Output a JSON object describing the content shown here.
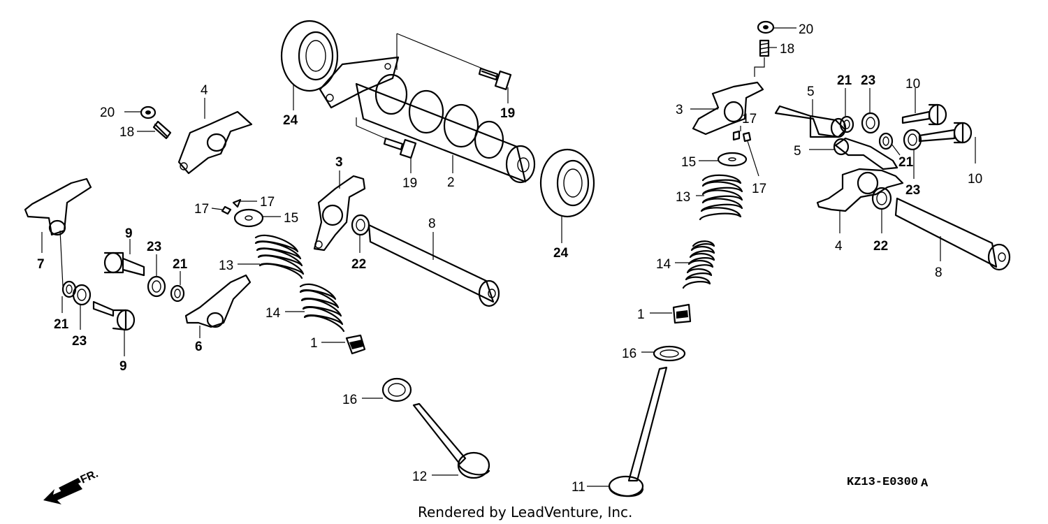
{
  "diagram_code": "KZ13-E0300",
  "diagram_code_suffix": "A",
  "credit": "Rendered by LeadVenture, Inc.",
  "direction_label": "FR.",
  "callouts": {
    "c20a": "20",
    "c18a": "18",
    "c4a": "4",
    "c7": "7",
    "c9a": "9",
    "c23a": "23",
    "c21a": "21",
    "c21b": "21",
    "c23b": "23",
    "c9b": "9",
    "c6": "6",
    "c24a": "24",
    "c19a": "19",
    "c19b": "19",
    "c2": "2",
    "c24b": "24",
    "c3a": "3",
    "c17a": "17",
    "c17b": "17",
    "c15a": "15",
    "c13a": "13",
    "c14a": "14",
    "c1a": "1",
    "c22a": "22",
    "c8a": "8",
    "c16a": "16",
    "c12": "12",
    "c20b": "20",
    "c18b": "18",
    "c3b": "3",
    "c17c": "17",
    "c17d": "17",
    "c15b": "15",
    "c13b": "13",
    "c14b": "14",
    "c1b": "1",
    "c16b": "16",
    "c11": "11",
    "c5a": "5",
    "c5b": "5",
    "c21c": "21",
    "c23c": "23",
    "c10a": "10",
    "c10b": "10",
    "c21d": "21",
    "c23d": "23",
    "c4b": "4",
    "c22b": "22",
    "c8b": "8"
  }
}
